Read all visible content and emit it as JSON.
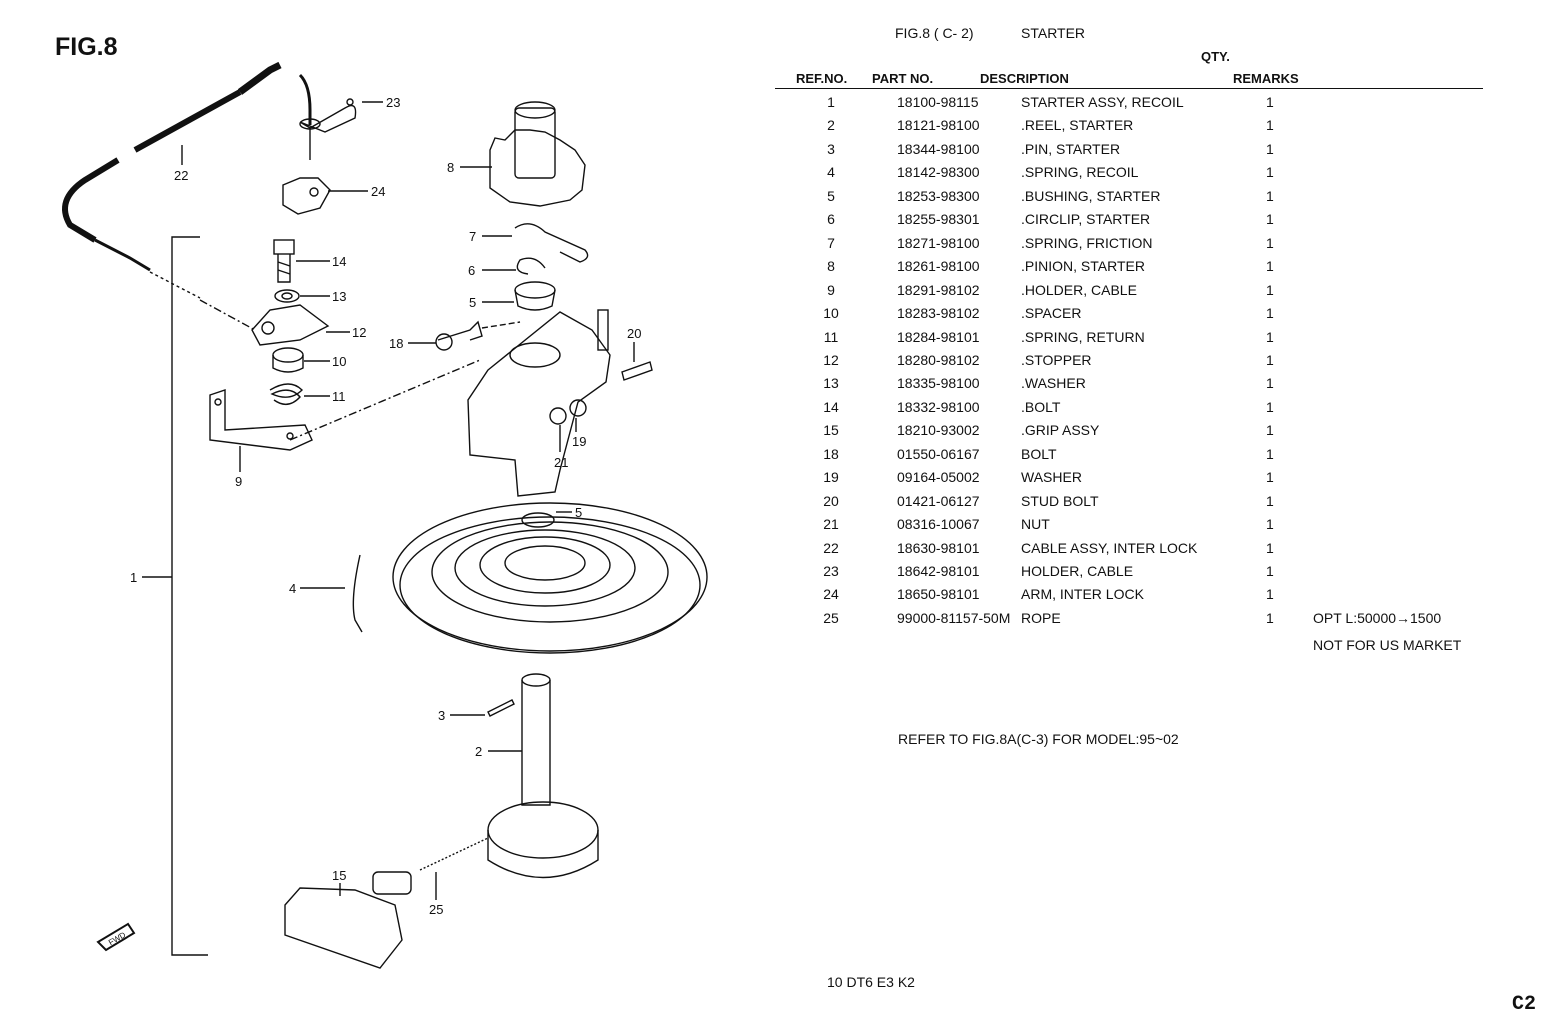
{
  "figure_label": "FIG.8",
  "header": {
    "fig_ref": "FIG.8  ( C- 2)",
    "title": "STARTER",
    "qty_label": "QTY.",
    "columns": {
      "ref_no": "REF.NO.",
      "part_no": "PART NO.",
      "description": "DESCRIPTION",
      "remarks": "REMARKS"
    }
  },
  "parts": [
    {
      "ref": "1",
      "part_no": "18100-98115",
      "desc": "STARTER ASSY, RECOIL",
      "qty": "1",
      "remarks": ""
    },
    {
      "ref": "2",
      "part_no": "18121-98100",
      "desc": ".REEL, STARTER",
      "qty": "1",
      "remarks": ""
    },
    {
      "ref": "3",
      "part_no": "18344-98100",
      "desc": ".PIN, STARTER",
      "qty": "1",
      "remarks": ""
    },
    {
      "ref": "4",
      "part_no": "18142-98300",
      "desc": ".SPRING, RECOIL",
      "qty": "1",
      "remarks": ""
    },
    {
      "ref": "5",
      "part_no": "18253-98300",
      "desc": ".BUSHING, STARTER",
      "qty": "1",
      "remarks": ""
    },
    {
      "ref": "6",
      "part_no": "18255-98301",
      "desc": ".CIRCLIP, STARTER",
      "qty": "1",
      "remarks": ""
    },
    {
      "ref": "7",
      "part_no": "18271-98100",
      "desc": ".SPRING, FRICTION",
      "qty": "1",
      "remarks": ""
    },
    {
      "ref": "8",
      "part_no": "18261-98100",
      "desc": ".PINION, STARTER",
      "qty": "1",
      "remarks": ""
    },
    {
      "ref": "9",
      "part_no": "18291-98102",
      "desc": ".HOLDER, CABLE",
      "qty": "1",
      "remarks": ""
    },
    {
      "ref": "10",
      "part_no": "18283-98102",
      "desc": ".SPACER",
      "qty": "1",
      "remarks": ""
    },
    {
      "ref": "11",
      "part_no": "18284-98101",
      "desc": ".SPRING, RETURN",
      "qty": "1",
      "remarks": ""
    },
    {
      "ref": "12",
      "part_no": "18280-98102",
      "desc": ".STOPPER",
      "qty": "1",
      "remarks": ""
    },
    {
      "ref": "13",
      "part_no": "18335-98100",
      "desc": ".WASHER",
      "qty": "1",
      "remarks": ""
    },
    {
      "ref": "14",
      "part_no": "18332-98100",
      "desc": ".BOLT",
      "qty": "1",
      "remarks": ""
    },
    {
      "ref": "15",
      "part_no": "18210-93002",
      "desc": ".GRIP ASSY",
      "qty": "1",
      "remarks": ""
    },
    {
      "ref": "18",
      "part_no": "01550-06167",
      "desc": "BOLT",
      "qty": "1",
      "remarks": ""
    },
    {
      "ref": "19",
      "part_no": "09164-05002",
      "desc": "WASHER",
      "qty": "1",
      "remarks": ""
    },
    {
      "ref": "20",
      "part_no": "01421-06127",
      "desc": "STUD BOLT",
      "qty": "1",
      "remarks": ""
    },
    {
      "ref": "21",
      "part_no": "08316-10067",
      "desc": "NUT",
      "qty": "1",
      "remarks": ""
    },
    {
      "ref": "22",
      "part_no": "18630-98101",
      "desc": "CABLE ASSY, INTER LOCK",
      "qty": "1",
      "remarks": ""
    },
    {
      "ref": "23",
      "part_no": "18642-98101",
      "desc": "HOLDER, CABLE",
      "qty": "1",
      "remarks": ""
    },
    {
      "ref": "24",
      "part_no": "18650-98101",
      "desc": "ARM, INTER LOCK",
      "qty": "1",
      "remarks": ""
    },
    {
      "ref": "25",
      "part_no": "99000-81157-50M",
      "desc": "ROPE",
      "qty": "1",
      "remarks": "OPT L:50000→1500"
    }
  ],
  "remark_continuation": "NOT FOR US MARKET",
  "refer_note": "REFER TO FIG.8A(C-3) FOR MODEL:95~02",
  "model_code": "10 DT6 E3 K2",
  "page_code": "C2",
  "callouts": [
    "23",
    "22",
    "24",
    "8",
    "14",
    "7",
    "13",
    "6",
    "12",
    "5",
    "20",
    "18",
    "10",
    "11",
    "19",
    "21",
    "9",
    "5",
    "1",
    "4",
    "3",
    "2",
    "15",
    "25"
  ],
  "fwd_label": "FWD"
}
